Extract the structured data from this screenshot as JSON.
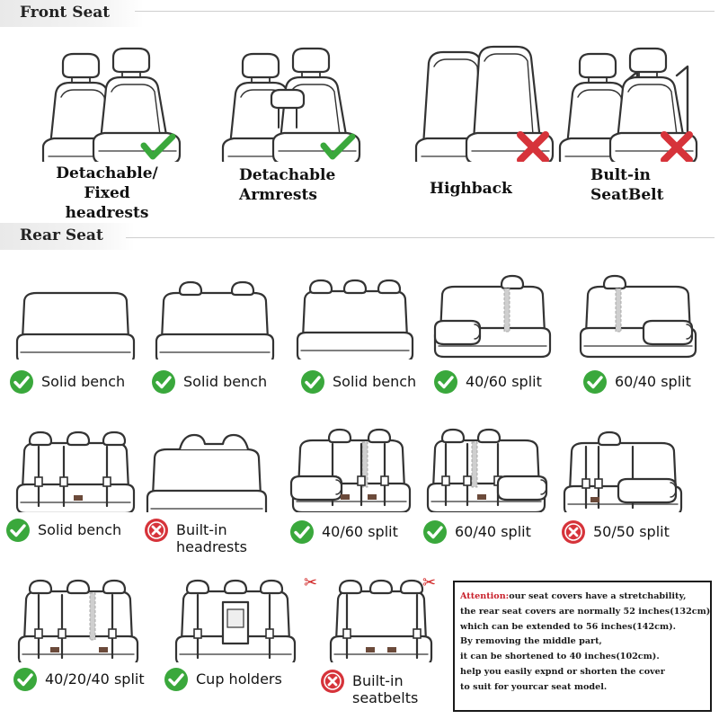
{
  "sections": {
    "front_title": "Front Seat",
    "rear_title": "Rear Seat"
  },
  "front": [
    {
      "label": "Detachable/\nFixed headrests",
      "status": "supported",
      "icon": "front-seats-headrest-icon"
    },
    {
      "label": "Detachable\nArmrests",
      "status": "supported",
      "icon": "front-seats-armrest-icon"
    },
    {
      "label": "Highback",
      "status": "not-supported",
      "icon": "front-seats-highback-icon"
    },
    {
      "label": "Bult-in\nSeatBelt",
      "status": "not-supported",
      "icon": "front-seats-seatbelt-icon"
    }
  ],
  "rear": [
    {
      "label": "Solid bench",
      "status": "supported"
    },
    {
      "label": "Solid bench",
      "status": "supported"
    },
    {
      "label": "Solid bench",
      "status": "supported"
    },
    {
      "label": "40/60 split",
      "status": "supported"
    },
    {
      "label": "60/40 split",
      "status": "supported"
    },
    {
      "label": "Solid bench",
      "status": "supported"
    },
    {
      "label": "Built-in\nheadrests",
      "status": "not-supported"
    },
    {
      "label": "40/60 split",
      "status": "supported"
    },
    {
      "label": "60/40 split",
      "status": "supported"
    },
    {
      "label": "50/50 split",
      "status": "not-supported"
    },
    {
      "label": "40/20/40 split",
      "status": "supported"
    },
    {
      "label": "Cup holders",
      "status": "supported"
    },
    {
      "label": "Built-in\nseatbelts",
      "status": "not-supported"
    }
  ],
  "attention": {
    "heading": "Attention:",
    "first_line_rest": "our seat covers have a stretchability,",
    "lines": [
      "the rear seat covers are normally 52 inches(132cm)",
      "which can be extended to 56 inches(142cm).",
      "By removing the middle part,",
      "it can be shortened to 40 inches(102cm).",
      "help you easily expnd or shorten the cover",
      "to suit for yourcar seat model."
    ]
  },
  "colors": {
    "check_green": "#3aa83c",
    "cross_red": "#d6333a",
    "attention_red": "#c8202b",
    "line_art": "#333333"
  }
}
